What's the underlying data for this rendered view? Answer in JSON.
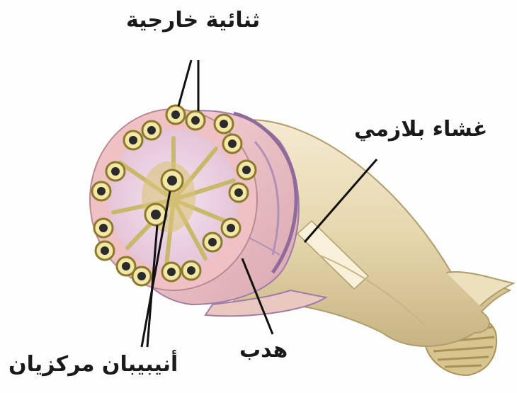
{
  "labels": {
    "outer_doublets": "ثنائية خارجية",
    "plasma_membrane": "غشاء بلازمي",
    "central_microtubules": "أنيبيبان مركزيان",
    "cilium": "هدب"
  },
  "colors": {
    "background": "#ffffff",
    "membrane": "#e9dcb6",
    "membrane_shadow": "#c9b98a",
    "matrix_pink": "#f0c6c8",
    "spokes_olive": "#c8b86a",
    "doublet_ring": "#9a8a3a",
    "doublet_fill": "#f3e7a8",
    "rod_purple": "#b38fb8",
    "leader_line": "#111111"
  }
}
